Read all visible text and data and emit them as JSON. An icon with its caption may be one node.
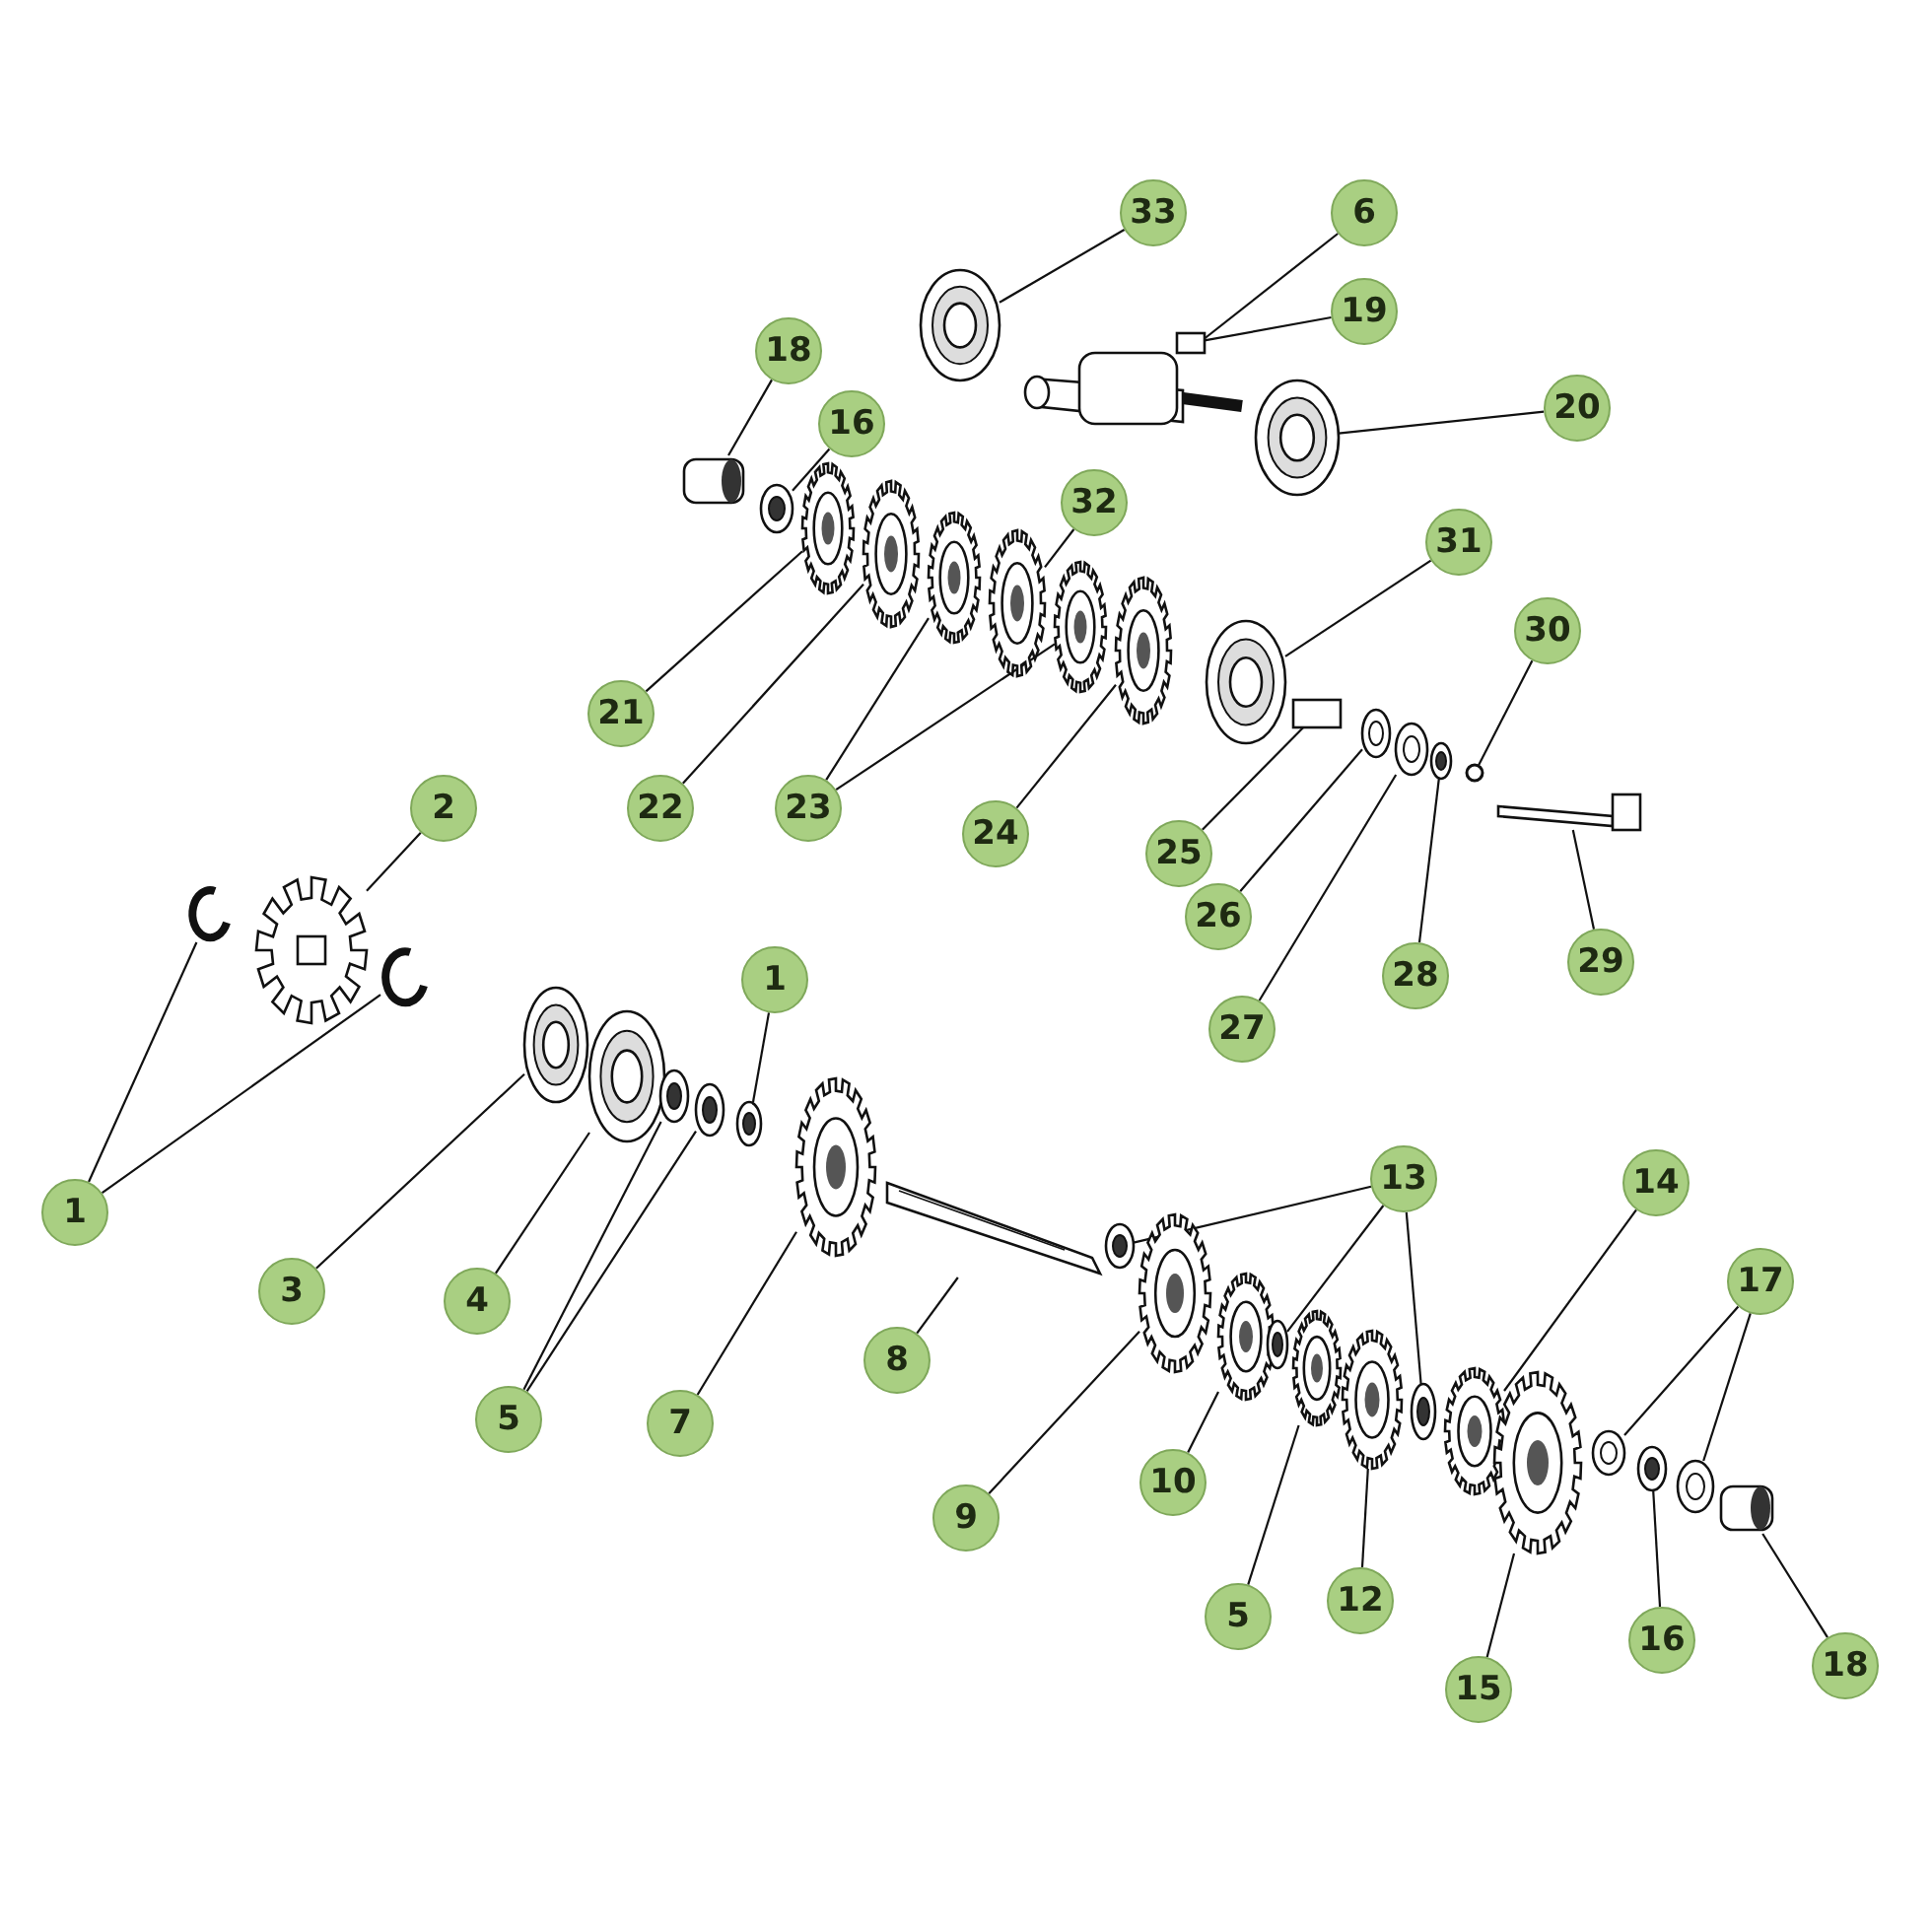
{
  "diagram": {
    "nodes": [
      {
        "text": [
          "33"
        ]
      },
      {
        "text": [
          "6"
        ]
      },
      {
        "text": [
          "19"
        ]
      },
      {
        "text": [
          "18"
        ]
      },
      {
        "text": [
          "20"
        ]
      },
      {
        "text": [
          "16"
        ]
      },
      {
        "text": [
          "32"
        ]
      },
      {
        "text": [
          "31"
        ]
      },
      {
        "text": [
          "30"
        ]
      },
      {
        "text": [
          "21"
        ]
      },
      {
        "text": [
          "2"
        ]
      },
      {
        "text": [
          "22"
        ]
      },
      {
        "text": [
          "23"
        ]
      },
      {
        "text": [
          "24"
        ]
      },
      {
        "text": [
          "25"
        ]
      },
      {
        "text": [
          "26"
        ]
      },
      {
        "text": [
          "29"
        ]
      },
      {
        "text": [
          "28"
        ]
      },
      {
        "text": [
          "1"
        ]
      },
      {
        "text": [
          "27"
        ]
      },
      {
        "text": [
          "13"
        ]
      },
      {
        "text": [
          "14"
        ]
      },
      {
        "text": [
          "1"
        ]
      },
      {
        "text": [
          "17"
        ]
      },
      {
        "text": [
          "3"
        ]
      },
      {
        "text": [
          "4"
        ]
      },
      {
        "text": [
          "8"
        ]
      },
      {
        "text": [
          "5"
        ]
      },
      {
        "text": [
          "7"
        ]
      },
      {
        "text": [
          "10"
        ]
      },
      {
        "text": [
          "9"
        ]
      },
      {
        "text": [
          "12"
        ]
      },
      {
        "text": [
          "5"
        ]
      },
      {
        "text": [
          "16"
        ]
      },
      {
        "text": [
          "18"
        ]
      },
      {
        "text": [
          "15"
        ]
      },
      {
        "text": [],
        "shape": "picture"
      },
      {
        "text": [],
        "shape": "picture"
      },
      {
        "text": [],
        "shape": "box"
      },
      {
        "text": [],
        "shape": "picture"
      },
      {
        "text": [],
        "shape": "picture"
      },
      {
        "text": [],
        "shape": "picture"
      },
      {
        "text": [],
        "shape": "picture"
      },
      {
        "text": [],
        "shape": "picture"
      },
      {
        "text": [],
        "shape": "picture"
      },
      {
        "text": [],
        "shape": "picture"
      },
      {
        "text": [],
        "shape": "picture"
      },
      {
        "text": [],
        "shape": "picture"
      },
      {
        "text": [],
        "shape": "picture"
      },
      {
        "text": [],
        "shape": "box"
      },
      {
        "text": [],
        "shape": "picture"
      },
      {
        "text": [],
        "shape": "picture"
      },
      {
        "text": [],
        "shape": "picture"
      },
      {
        "text": [],
        "shape": "circle"
      },
      {
        "text": [],
        "shape": "picture"
      },
      {
        "text": [],
        "shape": "picture"
      },
      {
        "text": [],
        "shape": "picture"
      },
      {
        "text": [],
        "shape": "picture"
      },
      {
        "text": [],
        "shape": "picture"
      },
      {
        "text": [],
        "shape": "picture"
      },
      {
        "text": [],
        "shape": "picture"
      },
      {
        "text": [],
        "shape": "picture"
      },
      {
        "text": [],
        "shape": "picture"
      },
      {
        "text": [],
        "shape": "picture"
      },
      {
        "text": [],
        "shape": "picture"
      },
      {
        "text": [],
        "shape": "picture"
      },
      {
        "text": [],
        "shape": "picture"
      },
      {
        "text": [],
        "shape": "picture"
      },
      {
        "text": [],
        "shape": "picture"
      },
      {
        "text": [],
        "shape": "picture"
      },
      {
        "text": [],
        "shape": "picture"
      },
      {
        "text": [],
        "shape": "picture"
      },
      {
        "text": [],
        "shape": "picture"
      },
      {
        "text": [],
        "shape": "picture"
      },
      {
        "text": [],
        "shape": "picture"
      },
      {
        "text": [],
        "shape": "picture"
      },
      {
        "text": [],
        "shape": "picture"
      },
      {
        "text": [],
        "shape": "picture"
      }
    ],
    "edges": [
      {
        "from": 0,
        "to": 36,
        "arrow": "none"
      },
      {
        "from": 1,
        "to": 37,
        "arrow": "none"
      },
      {
        "from": 2,
        "to": 38,
        "arrow": "none"
      },
      {
        "from": 4,
        "to": 39,
        "arrow": "none"
      },
      {
        "from": 3,
        "to": 40,
        "arrow": "none"
      },
      {
        "from": 5,
        "to": 41,
        "arrow": "none"
      },
      {
        "from": 6,
        "to": 45,
        "arrow": "none"
      },
      {
        "from": 7,
        "to": 48,
        "arrow": "none"
      },
      {
        "from": 8,
        "to": 53,
        "arrow": "none"
      },
      {
        "from": 9,
        "to": 42,
        "arrow": "none"
      },
      {
        "from": 10,
        "to": 56,
        "arrow": "none"
      },
      {
        "from": 11,
        "to": 43,
        "arrow": "none"
      },
      {
        "from": 12,
        "to": 44,
        "arrow": "none"
      },
      {
        "from": 12,
        "to": 46,
        "arrow": "none"
      },
      {
        "from": 13,
        "to": 47,
        "arrow": "none"
      },
      {
        "from": 14,
        "to": 49,
        "arrow": "none"
      },
      {
        "from": 15,
        "to": 50,
        "arrow": "none"
      },
      {
        "from": 16,
        "to": 54,
        "arrow": "none"
      },
      {
        "from": 17,
        "to": 52,
        "arrow": "none"
      },
      {
        "from": 18,
        "to": 62,
        "arrow": "none"
      },
      {
        "from": 19,
        "to": 51,
        "arrow": "none"
      },
      {
        "from": 20,
        "to": 65,
        "arrow": "none"
      },
      {
        "from": 20,
        "to": 68,
        "arrow": "none"
      },
      {
        "from": 20,
        "to": 71,
        "arrow": "none"
      },
      {
        "from": 21,
        "to": 72,
        "arrow": "none"
      },
      {
        "from": 22,
        "to": 55,
        "arrow": "none"
      },
      {
        "from": 22,
        "to": 57,
        "arrow": "none"
      },
      {
        "from": 23,
        "to": 74,
        "arrow": "none"
      },
      {
        "from": 23,
        "to": 76,
        "arrow": "none"
      },
      {
        "from": 24,
        "to": 58,
        "arrow": "none"
      },
      {
        "from": 25,
        "to": 59,
        "arrow": "none"
      },
      {
        "from": 26,
        "to": 64,
        "arrow": "none"
      },
      {
        "from": 27,
        "to": 60,
        "arrow": "none"
      },
      {
        "from": 27,
        "to": 61,
        "arrow": "none"
      },
      {
        "from": 28,
        "to": 63,
        "arrow": "none"
      },
      {
        "from": 29,
        "to": 67,
        "arrow": "none"
      },
      {
        "from": 30,
        "to": 66,
        "arrow": "none"
      },
      {
        "from": 31,
        "to": 70,
        "arrow": "none"
      },
      {
        "from": 32,
        "to": 69,
        "arrow": "none"
      },
      {
        "from": 33,
        "to": 75,
        "arrow": "none"
      },
      {
        "from": 34,
        "to": 77,
        "arrow": "none"
      },
      {
        "from": 35,
        "to": 73,
        "arrow": "none"
      }
    ]
  }
}
